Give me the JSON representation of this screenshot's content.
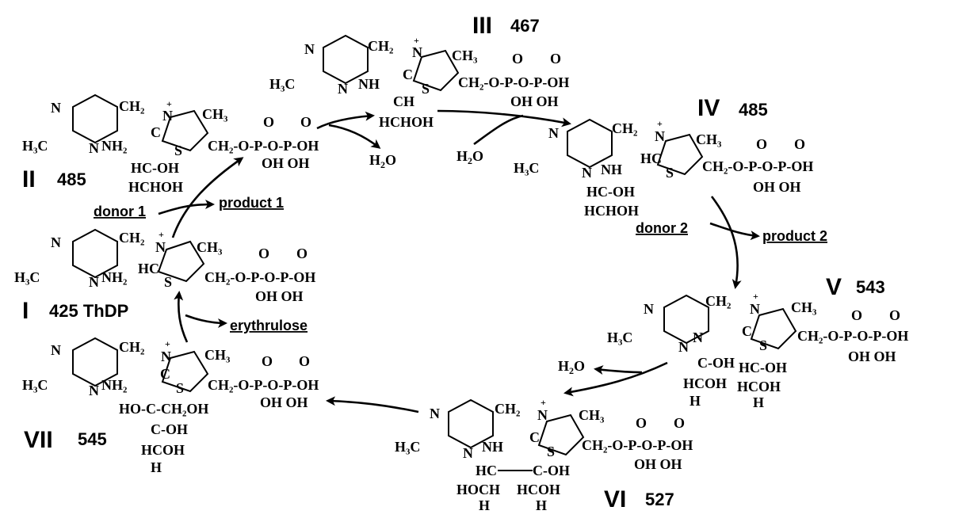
{
  "structures": {
    "I": {
      "roman": "I",
      "mass": "425 ThDP"
    },
    "II": {
      "roman": "II",
      "mass": "485"
    },
    "III": {
      "roman": "III",
      "mass": "467"
    },
    "IV": {
      "roman": "IV",
      "mass": "485"
    },
    "V": {
      "roman": "V",
      "mass": "543"
    },
    "VI": {
      "roman": "VI",
      "mass": "527"
    },
    "VII": {
      "roman": "VII",
      "mass": "545"
    }
  },
  "reagents": {
    "donor1": "donor 1",
    "product1": "product 1",
    "donor2": "donor 2",
    "product2": "product 2",
    "erythrulose": "erythrulose",
    "water": "H2O"
  },
  "chem": {
    "h3c": "H₃C",
    "nh2": "NH₂",
    "nh": "NH",
    "ch2": "CH₂",
    "ch3": "CH₃",
    "n": "N",
    "nplus": "N",
    "plus": "+",
    "c": "C",
    "s": "S",
    "hc": "HC",
    "diphosphate": "CH₂-O-P-O-P-OH",
    "o": "O",
    "oh": "OH",
    "oh_oh": "OH  OH",
    "hc_oh": "HC-OH",
    "hchoh": "HCHOH",
    "ch_line": "CH",
    "hc_oh_short": "HC-OH",
    "n_eq": "N",
    "eq_c_oh": "C-OH",
    "hcoh": "HCOH",
    "h": "H",
    "c_oh": "C-OH",
    "ho_c_ch2oh": "HO-C-CH₂OH",
    "hc_dash": "HC",
    "hoch": "HOCH",
    "hcoh_v": "HCOH"
  }
}
